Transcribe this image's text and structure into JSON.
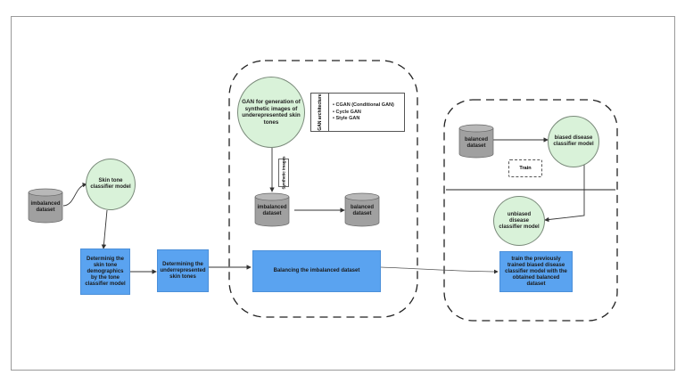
{
  "nodes": {
    "imbalanced_dataset_left": "imbalanced dataset",
    "skin_tone_classifier": "Skin tone classifier model",
    "determining_demographics": "Determinig the skin tone demographics by the tone classifier model",
    "determining_underrepresented": "Determining the underrepresented skin tones",
    "gan_generation": "GAN for generation of synthetic images of underepresented skin tones",
    "gan_architecture_title": "GAN architecture",
    "gan_architectures": [
      "CGAN (Conditional GAN)",
      "Cycle GAN",
      "Style GAN"
    ],
    "synthetic_images": "Synthetic images",
    "imbalanced_dataset_mid": "imbalanced dataset",
    "balanced_dataset_mid": "balanced dataset",
    "balancing": "Balancing the imbalanced dataset",
    "balanced_dataset_right": "balanced dataset",
    "biased_classifier": "biased  disease classifier model",
    "train_label": "Train",
    "unbiased_classifier": "unbiased disease classifier model",
    "train_previous": "train the previously trained biased disease classifier model with the obtained balanced dataset"
  },
  "colors": {
    "process_box": "#5aa3f0",
    "model_circle": "#d9f2d9",
    "cylinder": "#a0a0a0"
  }
}
